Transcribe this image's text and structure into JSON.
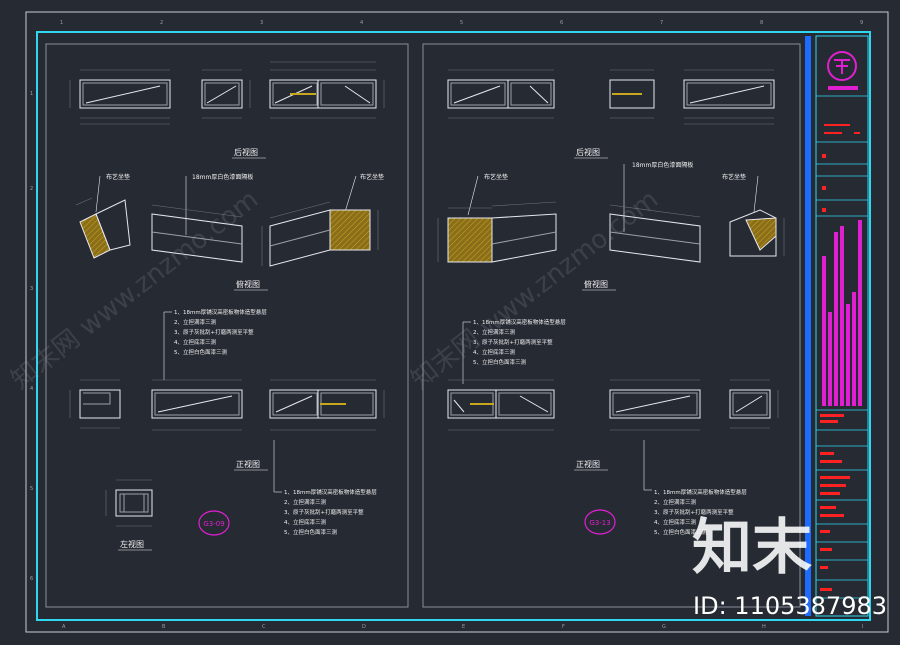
{
  "colors": {
    "background": "#262a33",
    "outer_frame": "#c9ccd3",
    "cyan_frame": "#2fd8f0",
    "blue_bar": "#1e6cff",
    "panel_border": "#8a8f9a",
    "line": "#e8e8ee",
    "dim": "#6c7482",
    "text": "#f0f0f0",
    "magenta": "#e020d0",
    "red": "#ff2222",
    "fill_brown": "#8a6e1a",
    "fill_yellow": "#c8a61e",
    "watermark": "#a0a6b0"
  },
  "left_panel": {
    "rear_view_title": "后视图",
    "top_view_title": "俯视图",
    "front_view_title": "正视图",
    "left_view_title": "左视图",
    "label_cushion_1": "布艺坐垫",
    "label_partition": "18mm厚白色漆面隔板",
    "label_cushion_2": "布艺坐垫",
    "badge": "G3-09",
    "notes_a": [
      "1、18mm厚铺汉高密板物体造型悬层",
      "2、立担满漆三测",
      "3、原子灰批刮+打磨两测至平整",
      "4、立担底漆三测",
      "5、立担白色面漆三测"
    ],
    "notes_b": [
      "1、18mm厚铺汉高密板物体造型悬层",
      "2、立担满漆三测",
      "3、原子灰批刮+打磨两测至平整",
      "4、立担底漆三测",
      "5、立担白色面漆三测"
    ]
  },
  "right_panel": {
    "rear_view_title": "后视图",
    "top_view_title": "俯视图",
    "front_view_title": "正视图",
    "label_cushion_1": "布艺坐垫",
    "label_partition": "18mm厚白色漆面隔板",
    "label_cushion_2": "布艺坐垫",
    "badge": "G3-13",
    "notes_a": [
      "1、18mm厚铺汉高密板物体造型悬层",
      "2、立担满漆三测",
      "3、原子灰批刮+打磨两测至平整",
      "4、立担底漆三测",
      "5、立担白色面漆三测"
    ],
    "notes_b": [
      "1、18mm厚铺汉高密板物体造型悬层",
      "2、立担满漆三测",
      "3、原子灰批刮+打磨两测至平整",
      "4、立担底漆三测",
      "5、立担白色面漆三测"
    ]
  },
  "frame": {
    "top_grid": [
      "1",
      "2",
      "3",
      "4",
      "5",
      "6",
      "7",
      "8",
      "9"
    ],
    "bottom_grid": [
      "A",
      "B",
      "C",
      "D",
      "E",
      "F",
      "G",
      "H",
      "I"
    ],
    "left_grid": [
      "1",
      "2",
      "3",
      "4",
      "5",
      "6"
    ]
  },
  "watermark": {
    "logo_text": "知末",
    "id_text": "ID: 1105387983",
    "diagonal_text": "知末网 www.znzmo.com"
  }
}
